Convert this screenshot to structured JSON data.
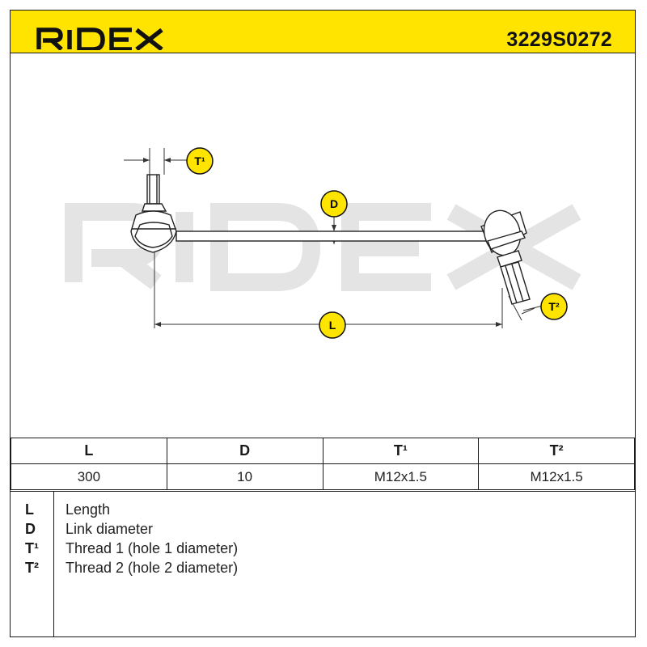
{
  "header": {
    "brand": "RIDEX",
    "part_number": "3229S0272",
    "background_color": "#ffe400"
  },
  "diagram": {
    "watermark": "RIDEX",
    "callouts": {
      "t1": "T¹",
      "d": "D",
      "l": "L",
      "t2": "T²"
    },
    "callout_color": "#ffe400"
  },
  "spec_table": {
    "headers": [
      "L",
      "D",
      "T¹",
      "T²"
    ],
    "values": [
      "300",
      "10",
      "M12x1.5",
      "M12x1.5"
    ]
  },
  "legend": [
    {
      "key": "L",
      "text": "Length"
    },
    {
      "key": "D",
      "text": "Link diameter"
    },
    {
      "key": "T¹",
      "text": "Thread 1 (hole 1 diameter)"
    },
    {
      "key": "T²",
      "text": "Thread 2 (hole 2 diameter)"
    }
  ]
}
